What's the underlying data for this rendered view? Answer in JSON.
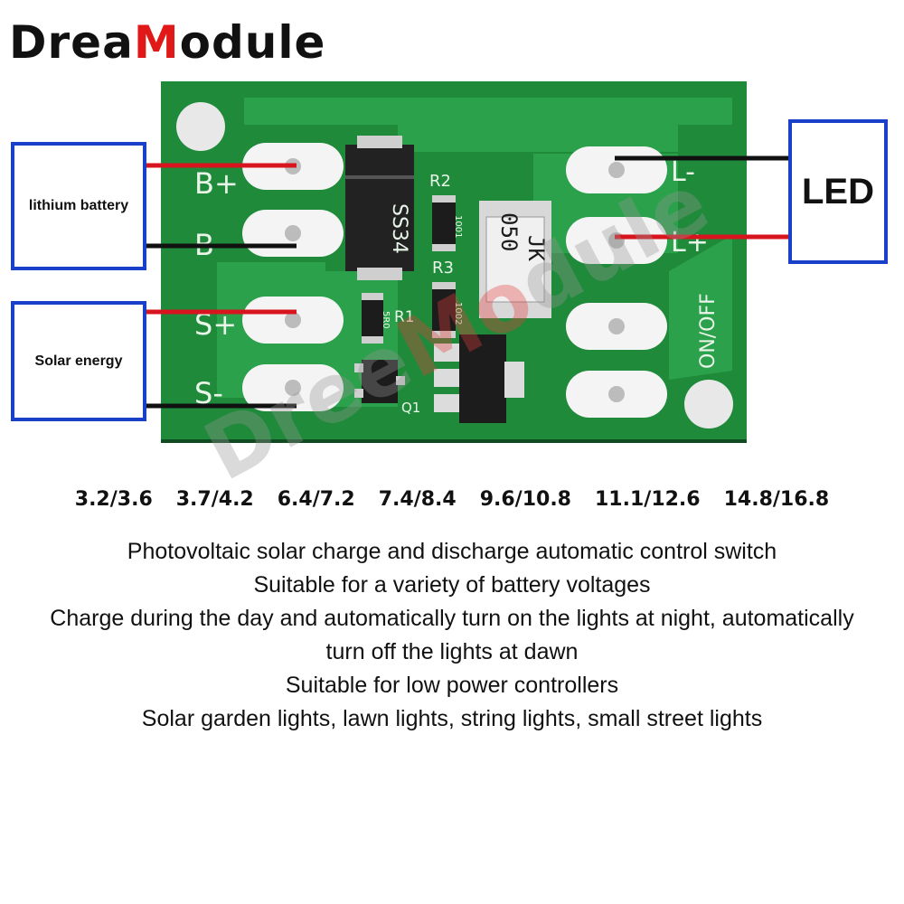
{
  "brand": {
    "prefix": "Drea",
    "highlight": "M",
    "suffix": "odule"
  },
  "labels": {
    "battery": "lithium battery",
    "solar": "Solar energy",
    "led": "LED"
  },
  "pads": {
    "b_plus": "B+",
    "b_minus": "B-",
    "s_plus": "S+",
    "s_minus": "S-",
    "l_minus": "L-",
    "l_plus": "L+",
    "on_off": "ON/OFF"
  },
  "components": {
    "diode_mark": "SS34",
    "r2": "R2",
    "r2_code": "1001",
    "r3": "R3",
    "r3_code": "1002",
    "r1": "R1",
    "r1_code": "5R0",
    "q1": "Q1",
    "shunt_top": "JK",
    "shunt_bottom": "050"
  },
  "watermark": {
    "prefix": "Dree",
    "highlight": "Mo",
    "suffix": "dule"
  },
  "voltages": [
    "3.2/3.6",
    "3.7/4.2",
    "6.4/7.2",
    "7.4/8.4",
    "9.6/10.8",
    "11.1/12.6",
    "14.8/16.8"
  ],
  "description": [
    "Photovoltaic solar charge and discharge automatic control switch",
    "Suitable for a variety of battery voltages",
    "Charge during the day and automatically turn on the lights at night, automatically",
    "turn off the lights at dawn",
    "Suitable for low power controllers",
    "Solar garden lights, lawn lights, string lights, small street lights"
  ],
  "colors": {
    "pcb": "#1f8a3a",
    "pcb_trace": "#2aa14a",
    "wire_red": "#d8141e",
    "wire_black": "#111111",
    "box_border": "#1a3fc8"
  }
}
